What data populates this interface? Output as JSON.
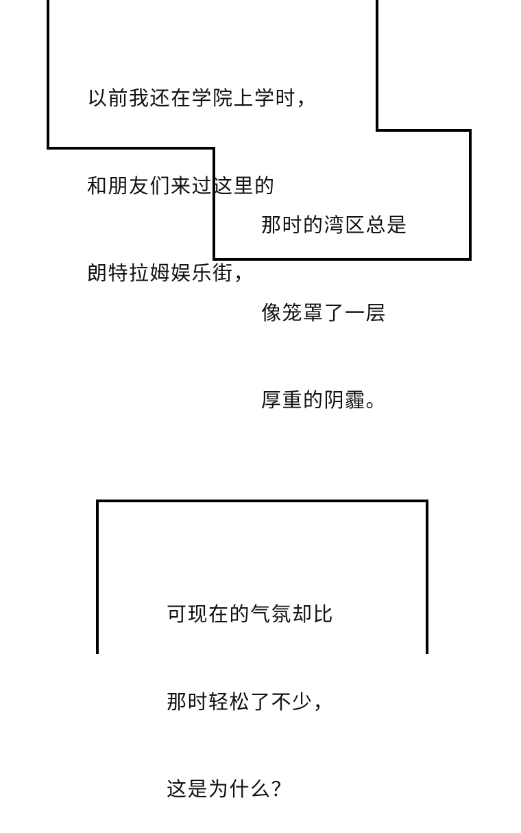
{
  "colors": {
    "background": "#ffffff",
    "border": "#000000",
    "text": "#111111"
  },
  "captions": [
    {
      "lines": [
        "以前我还在学院上学时，",
        "和朋友们来过这里的",
        "朗特拉姆娱乐街，"
      ]
    },
    {
      "lines": [
        "那时的湾区总是",
        "像笼罩了一层",
        "厚重的阴霾。"
      ]
    },
    {
      "lines": [
        "可现在的气氛却比",
        "那时轻松了不少，",
        "这是为什么？"
      ]
    }
  ]
}
